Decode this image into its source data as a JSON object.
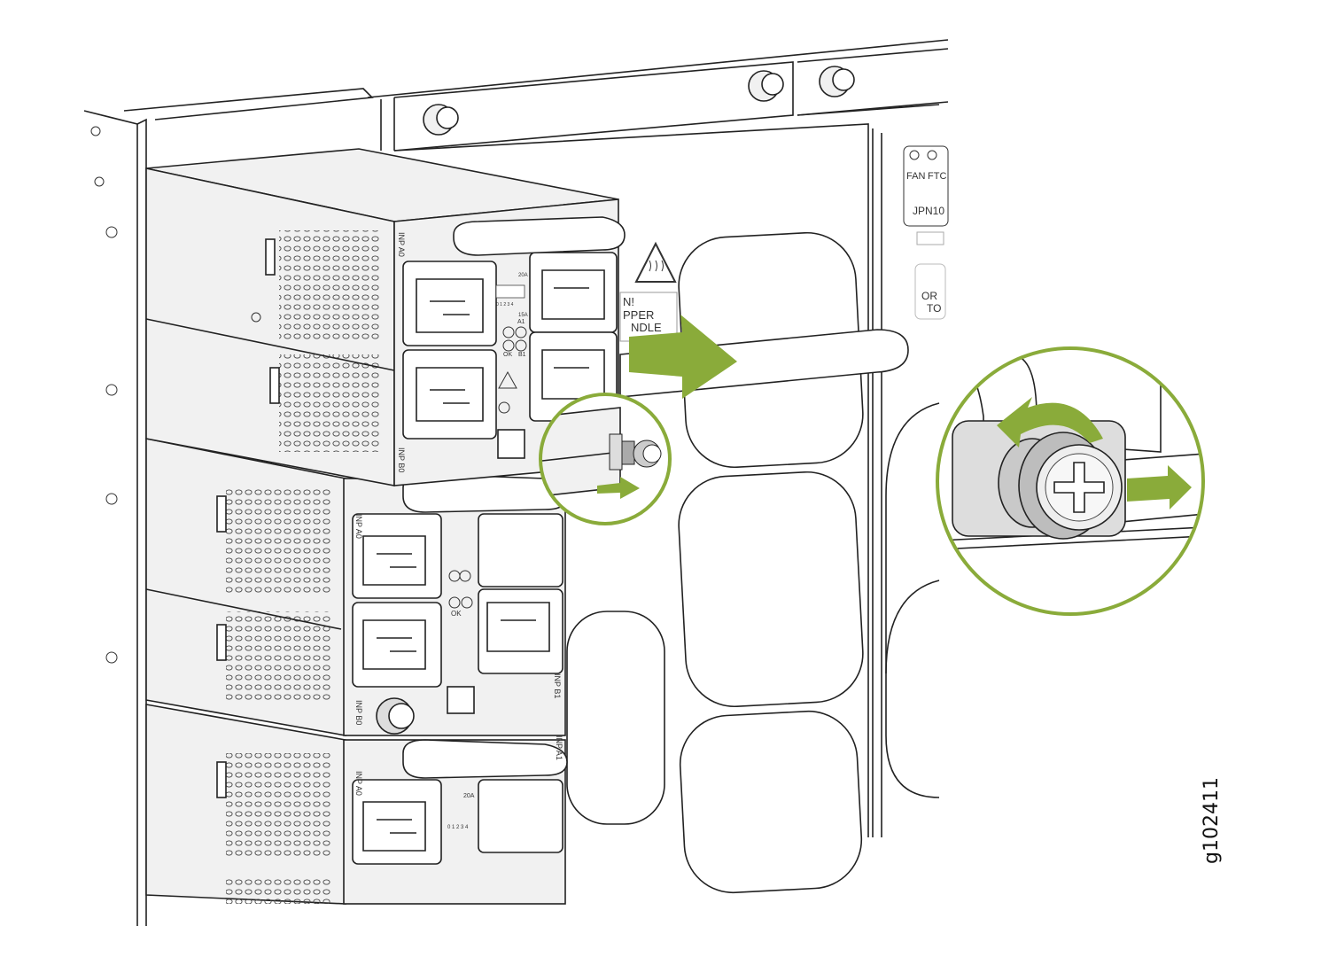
{
  "figure_id": "g102411",
  "colors": {
    "accent": "#8aab3a",
    "line": "#222222",
    "panel": "#f1f1f1"
  },
  "psu_labels": {
    "inp_a0": "INP A0",
    "inp_b0": "INP B0",
    "inp_a1": "INP A1",
    "inp_b1": "INP B1",
    "ok": "OK",
    "a1": "A1",
    "b1": "B1",
    "rating_20a": "20A",
    "rating_15a": "15A",
    "dip_numbers": "0 1 2 3 4"
  },
  "warning_label": {
    "line1": "N!",
    "line2": "PPER",
    "line3": "NDLE"
  },
  "chassis_labels": {
    "fan": "FAN",
    "ftc": "FTC",
    "model": "JPN10",
    "line_or": "OR",
    "line_to": "TO"
  },
  "callouts": [
    {
      "name": "loosen-captive-screw",
      "icon": "rotate-counterclockwise-arrow"
    },
    {
      "name": "pull-psu-out",
      "icon": "arrow-right"
    }
  ]
}
